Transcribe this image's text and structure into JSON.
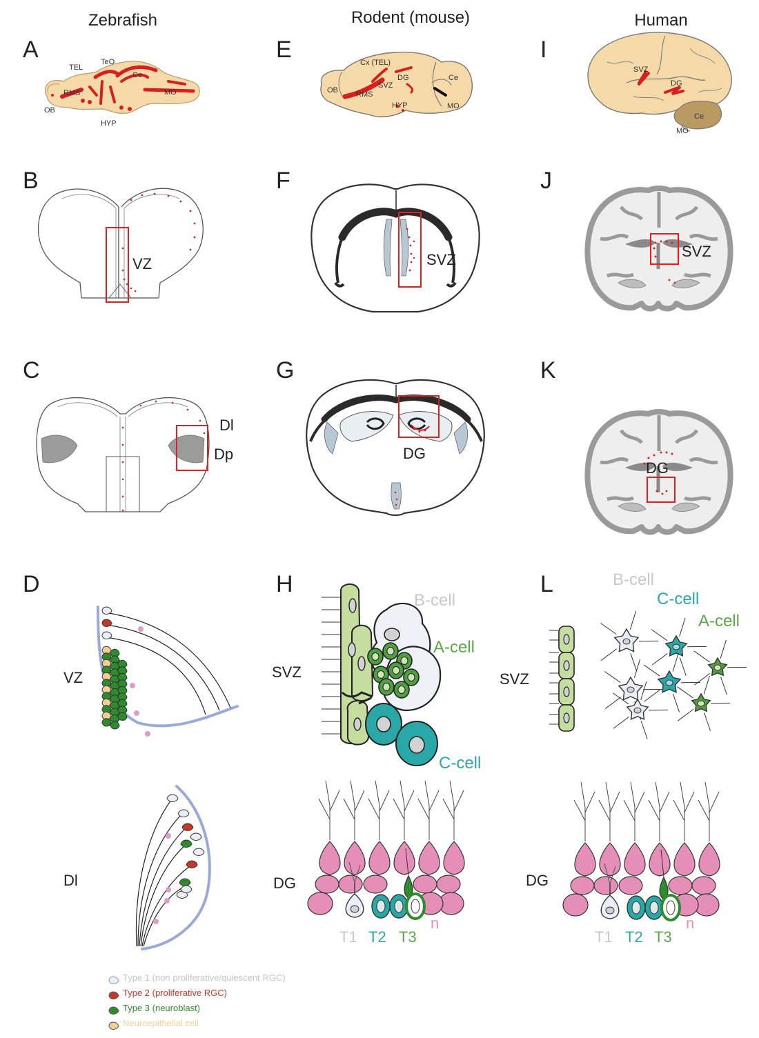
{
  "columns": {
    "zebrafish": "Zebrafish",
    "rodent": "Rodent (mouse)",
    "human": "Human"
  },
  "panels": {
    "A": "A",
    "B": "B",
    "C": "C",
    "D": "D",
    "E": "E",
    "F": "F",
    "G": "G",
    "H": "H",
    "I": "I",
    "J": "J",
    "K": "K",
    "L": "L"
  },
  "zebrafish_brain": {
    "tel": "TEL",
    "teo": "TeO",
    "ce": "Ce",
    "rms": "RMS",
    "mo": "MO",
    "ob": "OB",
    "hyp": "HYP"
  },
  "mouse_brain": {
    "cx": "Cx (TEL)",
    "dg": "DG",
    "svz": "SVZ",
    "ce": "Ce",
    "ob": "OB",
    "rms": "RMS",
    "hyp": "HYP",
    "mo": "MO"
  },
  "human_brain": {
    "svz": "SVZ",
    "dg": "DG",
    "ce": "Ce",
    "mo": "MO"
  },
  "section_labels": {
    "b_vz": "VZ",
    "c_dl": "Dl",
    "c_dp": "Dp",
    "f_svz": "SVZ",
    "g_dg": "DG",
    "j_svz": "SVZ",
    "k_dg": "DG"
  },
  "niche_labels": {
    "d_vz": "VZ",
    "d_dl": "Dl",
    "h_svz": "SVZ",
    "h_dg": "DG",
    "l_svz": "SVZ",
    "l_dg": "DG"
  },
  "cell_labels": {
    "b_cell": "B-cell",
    "a_cell": "A-cell",
    "c_cell": "C-cell",
    "t1": "T1",
    "t2": "T2",
    "t3": "T3",
    "n": "n"
  },
  "legend": [
    {
      "label": "Type 1 (non proliferative/quiescent RGC)",
      "color": "#b9c6e2"
    },
    {
      "label": "Type 2 (proliferative RGC)",
      "color": "#c0392b"
    },
    {
      "label": "Type 3 (neuroblast)",
      "color": "#2e8b2e"
    },
    {
      "label": "Neuroepithelial cell",
      "color": "#f1cf92"
    }
  ],
  "colors": {
    "brain_fill": "#f5d9a8",
    "human_ce": "#b99a62",
    "red_marker": "#d62020",
    "pink_neuron": "#e58fb8",
    "teal": "#2aa7a7",
    "green_dark": "#2e8b2e",
    "green_light": "#c5dea0",
    "outline_blue": "#9aa9d6",
    "gray_section": "#9b9b9b"
  }
}
